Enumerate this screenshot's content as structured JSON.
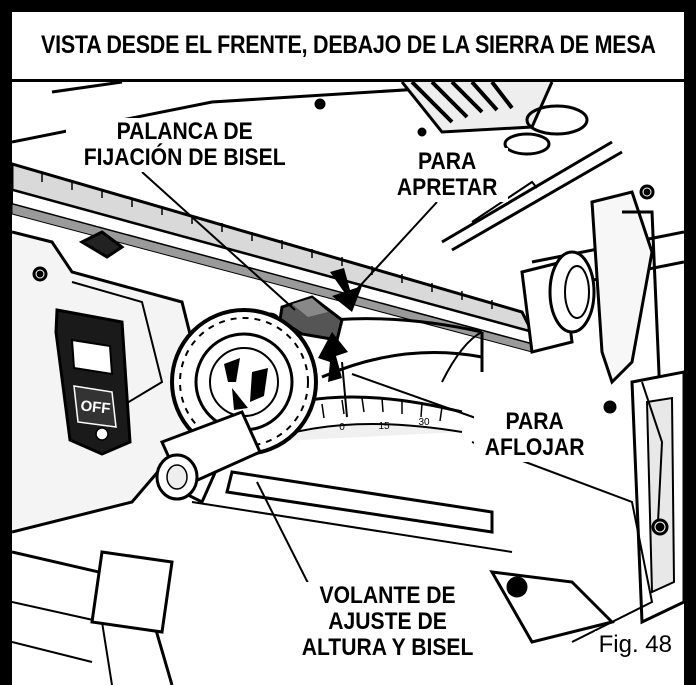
{
  "title": "VISTA DESDE EL FRENTE, DEBAJO DE LA SIERRA DE MESA",
  "callouts": {
    "bevel_lock_lever": [
      "PALANCA DE",
      "FIJACIÓN DE BISEL"
    ],
    "to_tighten": [
      "PARA",
      "APRETAR"
    ],
    "to_loosen": [
      "PARA",
      "AFLOJAR"
    ],
    "handwheel": [
      "VOLANTE DE",
      "AJUSTE DE",
      "ALTURA Y BISEL"
    ]
  },
  "switch_label": "OFF",
  "scale_marks": [
    "0",
    "15",
    "30"
  ],
  "figure_label": "Fig. 48"
}
